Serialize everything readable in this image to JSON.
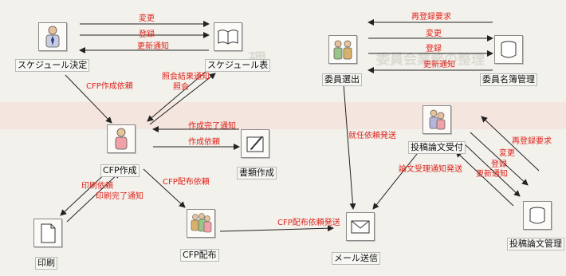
{
  "nodes": {
    "schedule_decision": "スケジュール決定",
    "schedule_table": "スケジュール表",
    "committee_selection": "委員選出",
    "committee_registry": "委員名簿管理",
    "cfp_create": "CFP作成",
    "document_create": "書類作成",
    "submission_receipt": "投稿論文受付",
    "print": "印刷",
    "cfp_distribution": "CFP配布",
    "mail_send": "メール送信",
    "submission_management": "投稿論文管理"
  },
  "edges": {
    "change_a": "変更",
    "register_a": "登録",
    "update_notice_a": "更新通知",
    "reregister_request_b": "再登録要求",
    "change_b": "変更",
    "register_b": "登録",
    "update_notice_b": "更新通知",
    "cfp_request": "CFP作成依頼",
    "inquiry_result_notice": "照会結果通知",
    "inquiry": "照会",
    "creation_complete_notice": "作成完了通知",
    "creation_request": "作成依頼",
    "appointment_request_send": "就任依頼発送",
    "reregister_request_c": "再登録要求",
    "change_c": "変更",
    "register_c": "登録",
    "update_notice_c": "更新通知",
    "paper_receipt_notice_send": "論文受理通知発送",
    "cfp_distribution_request": "CFP配布依頼",
    "print_request": "印刷依頼",
    "print_complete_notice": "印刷完了通知",
    "cfp_distribution_request_send": "CFP配布依頼発送"
  },
  "background": {
    "ghost_1": "理",
    "ghost_2": "委員会業務の整理"
  }
}
